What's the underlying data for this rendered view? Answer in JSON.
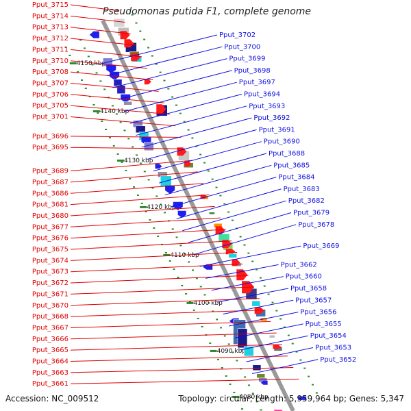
{
  "title": "Pseudomonas putida F1, complete genome",
  "accession": "Accession: NC_009512",
  "topology": "Topology: circular; Length: 5,959,964 bp; Genes: 5,347",
  "colors": {
    "backbone": "#9a9a9a",
    "left_label": "#e00000",
    "right_label": "#1010e0",
    "scale_dot": "#2a8a2a",
    "gene_red": "#ff1a1a",
    "gene_blue": "#1f1fee"
  },
  "scale_ticks": [
    "4150 kbp",
    "4140 kbp",
    "4130 kbp",
    "4120 kbp",
    "4110 kbp",
    "4100 kbp",
    "4090 kbp",
    "4080 kbp"
  ],
  "left_labels": [
    "Pput_3715",
    "Pput_3714",
    "Pput_3713",
    "Pput_3712",
    "Pput_3711",
    "Pput_3710",
    "Pput_3708",
    "Pput_3707",
    "Pput_3706",
    "Pput_3705",
    "Pput_3701",
    "Pput_3696",
    "Pput_3695",
    "Pput_3689",
    "Pput_3687",
    "Pput_3686",
    "Pput_3681",
    "Pput_3680",
    "Pput_3677",
    "Pput_3676",
    "Pput_3675",
    "Pput_3674",
    "Pput_3673",
    "Pput_3672",
    "Pput_3671",
    "Pput_3670",
    "Pput_3668",
    "Pput_3667",
    "Pput_3666",
    "Pput_3665",
    "Pput_3664",
    "Pput_3663",
    "Pput_3661"
  ],
  "right_labels": [
    "Pput_3702",
    "Pput_3700",
    "Pput_3699",
    "Pput_3698",
    "Pput_3697",
    "Pput_3694",
    "Pput_3693",
    "Pput_3692",
    "Pput_3691",
    "Pput_3690",
    "Pput_3688",
    "Pput_3685",
    "Pput_3684",
    "Pput_3683",
    "Pput_3682",
    "Pput_3679",
    "Pput_3678",
    "Pput_3669",
    "Pput_3662",
    "Pput_3660",
    "Pput_3658",
    "Pput_3657",
    "Pput_3656",
    "Pput_3655",
    "Pput_3654",
    "Pput_3653",
    "Pput_3652"
  ]
}
